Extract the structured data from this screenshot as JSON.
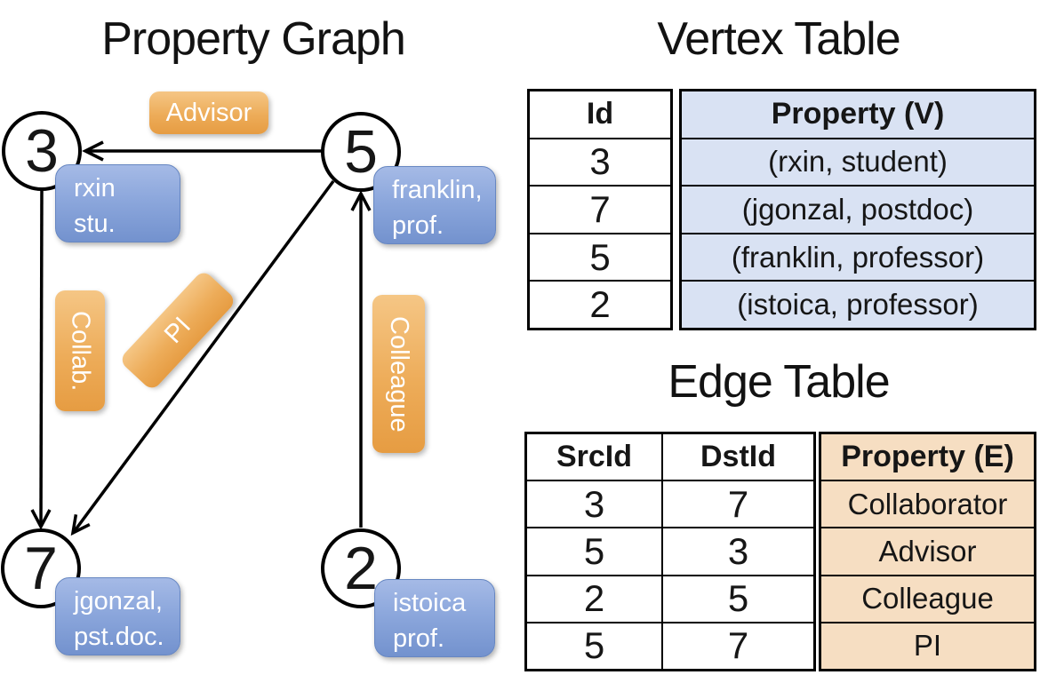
{
  "graph": {
    "title": "Property Graph",
    "nodes": [
      {
        "id": "3",
        "property_line1": "rxin",
        "property_line2": "stu."
      },
      {
        "id": "5",
        "property_line1": "franklin,",
        "property_line2": "prof."
      },
      {
        "id": "7",
        "property_line1": "jgonzal,",
        "property_line2": "pst.doc."
      },
      {
        "id": "2",
        "property_line1": "istoica",
        "property_line2": "prof."
      }
    ],
    "edge_labels": {
      "advisor": "Advisor",
      "collab": "Collab.",
      "pi": "PI",
      "colleague": "Colleague"
    },
    "edges": [
      {
        "from": "5",
        "to": "3",
        "label": "Advisor"
      },
      {
        "from": "3",
        "to": "7",
        "label": "Collab."
      },
      {
        "from": "5",
        "to": "7",
        "label": "PI"
      },
      {
        "from": "2",
        "to": "5",
        "label": "Colleague"
      }
    ]
  },
  "vertex_table": {
    "title": "Vertex Table",
    "headers": {
      "id": "Id",
      "property": "Property (V)"
    },
    "rows": [
      {
        "id": "3",
        "property": "(rxin, student)"
      },
      {
        "id": "7",
        "property": "(jgonzal, postdoc)"
      },
      {
        "id": "5",
        "property": "(franklin, professor)"
      },
      {
        "id": "2",
        "property": "(istoica, professor)"
      }
    ]
  },
  "edge_table": {
    "title": "Edge Table",
    "headers": {
      "src": "SrcId",
      "dst": "DstId",
      "property": "Property (E)"
    },
    "rows": [
      {
        "src": "3",
        "dst": "7",
        "property": "Collaborator"
      },
      {
        "src": "5",
        "dst": "3",
        "property": "Advisor"
      },
      {
        "src": "2",
        "dst": "5",
        "property": "Colleague"
      },
      {
        "src": "5",
        "dst": "7",
        "property": "PI"
      }
    ]
  },
  "colors": {
    "edge_label_orange": "#EDA44C",
    "vertex_property_blue": "#8CA7DC",
    "vertex_cell_bg": "#D9E2F3",
    "edge_cell_bg": "#F6DEC2",
    "line_black": "#000000"
  }
}
